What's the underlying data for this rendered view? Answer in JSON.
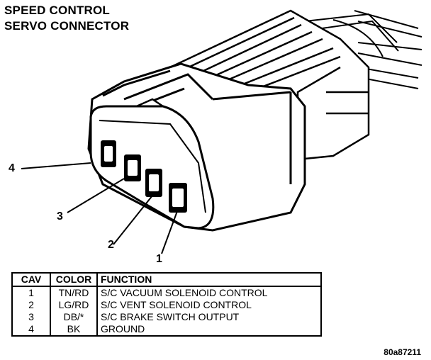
{
  "title": {
    "line1": "SPEED CONTROL",
    "line2": "SERVO CONNECTOR"
  },
  "callouts": [
    "4",
    "3",
    "2",
    "1"
  ],
  "table": {
    "headers": [
      "CAV",
      "COLOR",
      "FUNCTION"
    ],
    "rows": [
      {
        "cav": "1",
        "color": "TN/RD",
        "function": "S/C VACUUM SOLENOID CONTROL"
      },
      {
        "cav": "2",
        "color": "LG/RD",
        "function": "S/C VENT SOLENOID CONTROL"
      },
      {
        "cav": "3",
        "color": "DB/*",
        "function": "S/C BRAKE SWITCH OUTPUT"
      },
      {
        "cav": "4",
        "color": "BK",
        "function": "GROUND"
      }
    ]
  },
  "figure_id": "80a87211"
}
